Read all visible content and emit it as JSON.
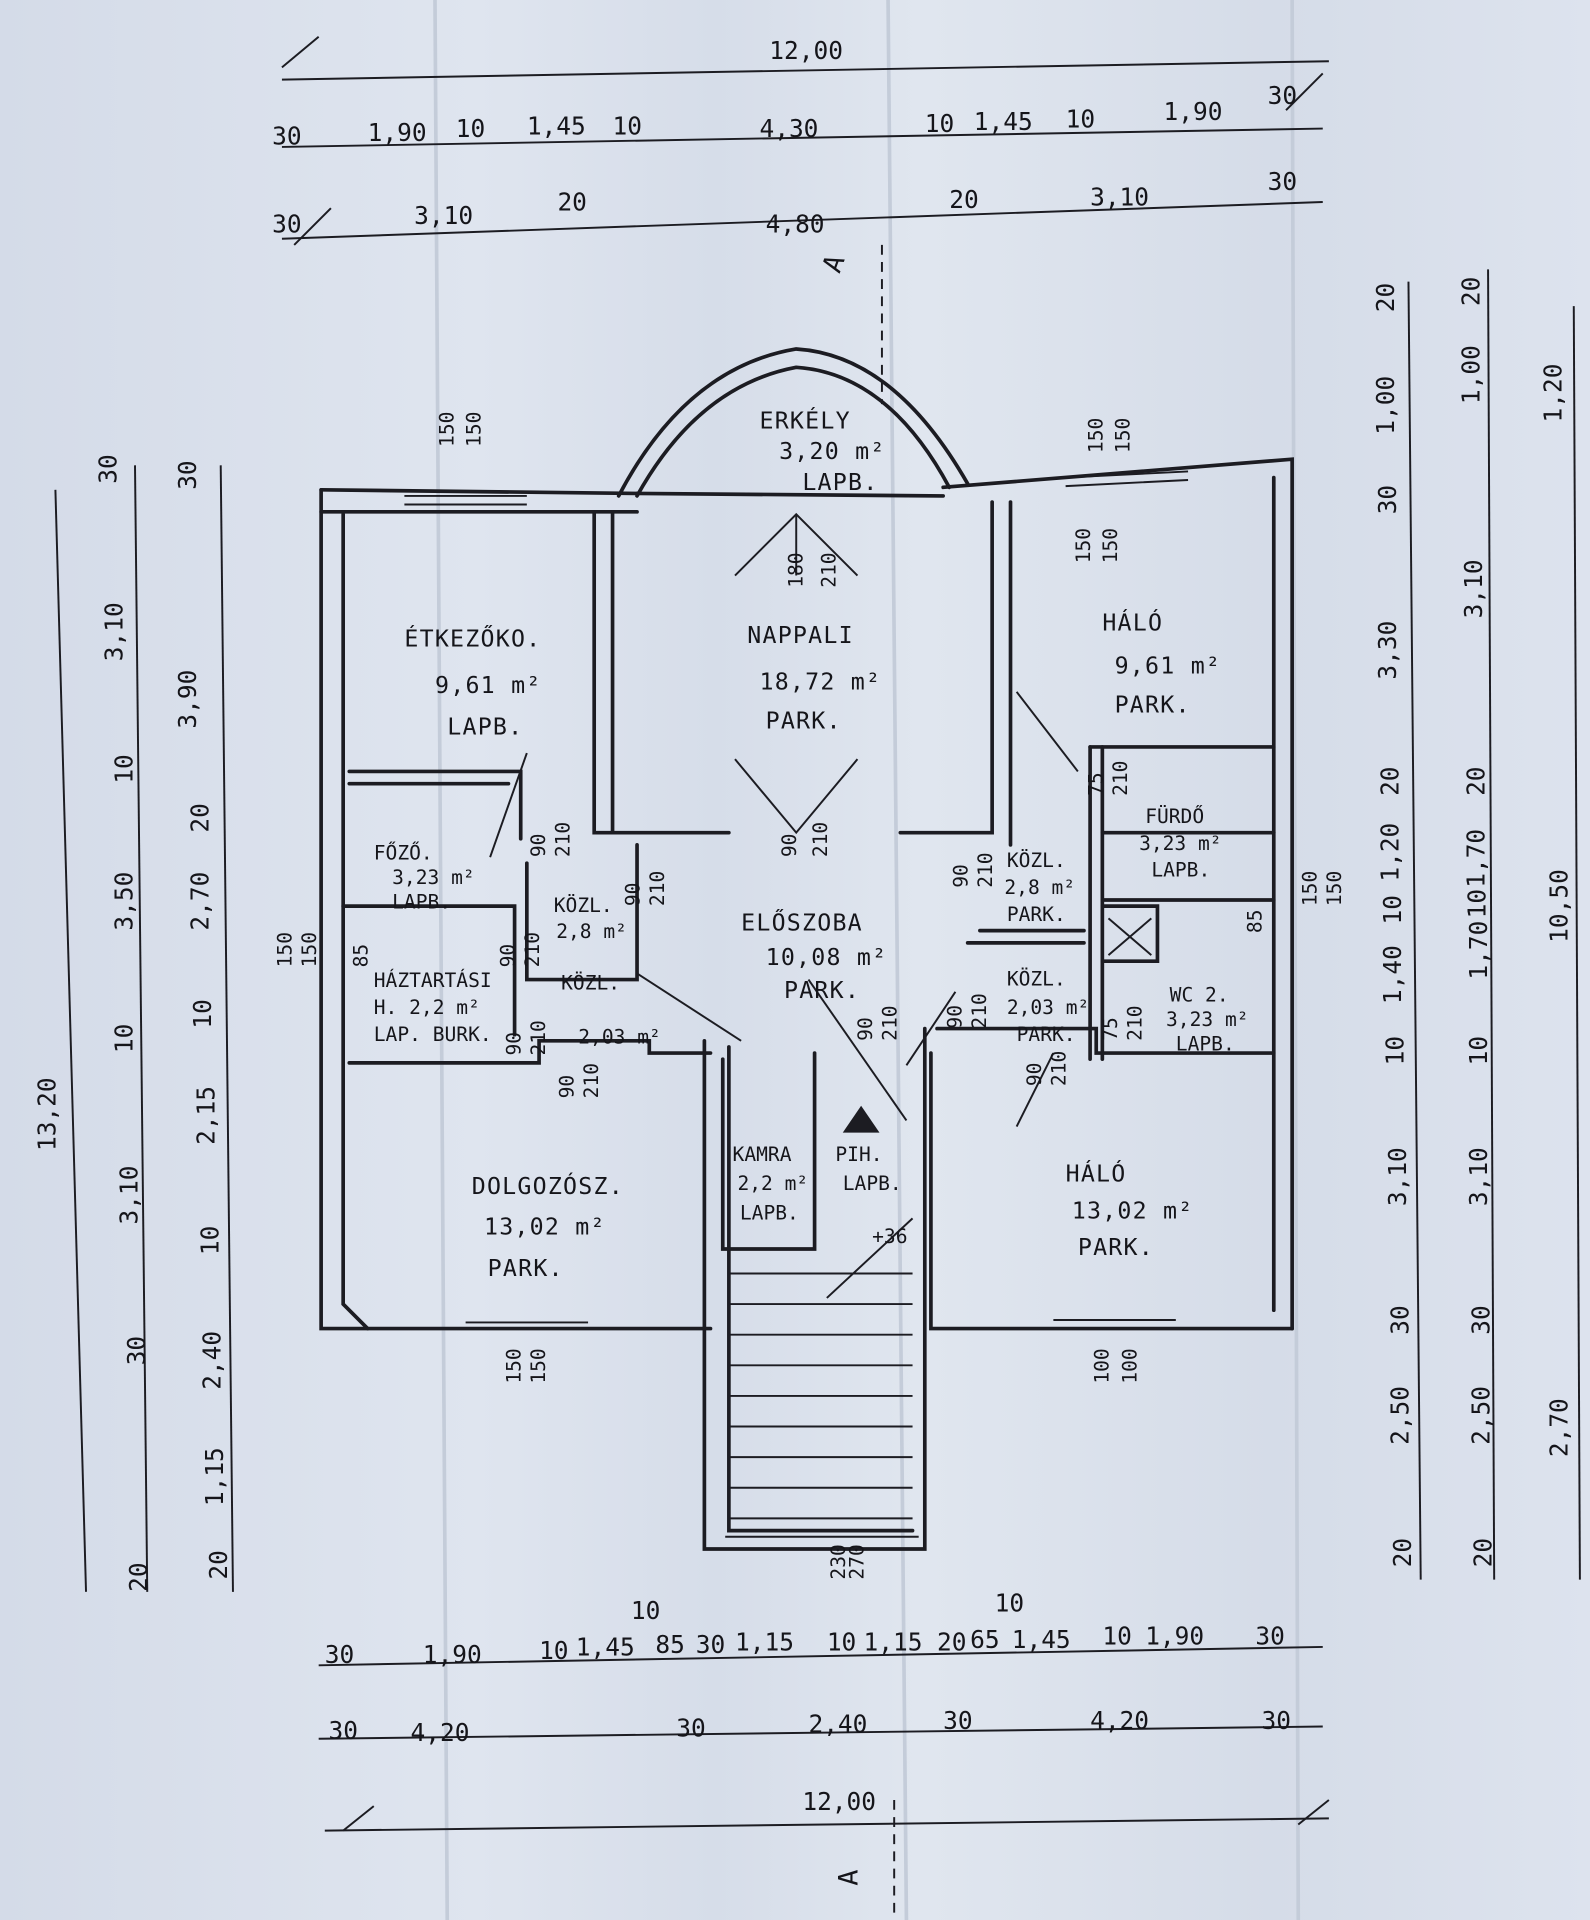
{
  "totals": {
    "top": "12,00",
    "bottom": "12,00",
    "left": "13,20",
    "right": "10,50"
  },
  "section_mark": "A",
  "level": "+36",
  "rooms": [
    {
      "name": "ERKÉLY",
      "area": "3,20 m²",
      "floor": "LAPB."
    },
    {
      "name": "ÉTKEZŐKO.",
      "area": "9,61 m²",
      "floor": "LAPB."
    },
    {
      "name": "NAPPALI",
      "area": "18,72 m²",
      "floor": "PARK."
    },
    {
      "name": "HÁLÓ",
      "area": "9,61 m²",
      "floor": "PARK."
    },
    {
      "name": "FŐZŐ.",
      "area": "3,23 m²",
      "floor": "LAPB."
    },
    {
      "name": "KÖZL.",
      "area": "2,8 m²",
      "floor": ""
    },
    {
      "name": "ELŐSZOBA",
      "area": "10,08 m²",
      "floor": "PARK."
    },
    {
      "name": "KÖZL.",
      "area": "2,8 m²",
      "floor": "PARK."
    },
    {
      "name": "FÜRDŐ",
      "area": "3,23 m²",
      "floor": "LAPB."
    },
    {
      "name": "HÁZTARTÁSI",
      "area": "H. 2,2 m²",
      "floor": "LAP. BURK."
    },
    {
      "name": "KÖZL.",
      "area": "2,03 m²",
      "floor": ""
    },
    {
      "name": "KÖZL.",
      "area": "2,03 m²",
      "floor": "PARK."
    },
    {
      "name": "WC 2.",
      "area": "3,23 m²",
      "floor": "LAPB."
    },
    {
      "name": "DOLGOZÓSZ.",
      "area": "13,02 m²",
      "floor": "PARK."
    },
    {
      "name": "KAMRA",
      "area": "2,2 m²",
      "floor": "LAPB."
    },
    {
      "name": "PIH.",
      "area": "",
      "floor": "LAPB."
    },
    {
      "name": "HÁLÓ",
      "area": "13,02 m²",
      "floor": "PARK."
    }
  ],
  "dims_top_1": [
    "30",
    "1,90",
    "10",
    "1,45",
    "10",
    "4,30",
    "10",
    "1,45",
    "10",
    "1,90",
    "30"
  ],
  "dims_top_2": [
    "30",
    "3,10",
    "20",
    "4,80",
    "20",
    "3,10",
    "30"
  ],
  "dims_bottom_1": [
    "30",
    "1,90",
    "10",
    "1,45",
    "85",
    "30",
    "1,15",
    "10",
    "1,15",
    "20",
    "65",
    "1,45",
    "10",
    "1,90",
    "30",
    "10",
    "10"
  ],
  "dims_bottom_2": [
    "30",
    "4,20",
    "30",
    "2,40",
    "30",
    "4,20",
    "30"
  ],
  "dims_left_1": [
    "30",
    "3,10",
    "10",
    "3,50",
    "10",
    "3,10",
    "30",
    "20"
  ],
  "dims_left_2": [
    "30",
    "3,90",
    "20",
    "2,70",
    "10",
    "2,15",
    "10",
    "2,40",
    "1,15",
    "20"
  ],
  "dims_right_1": [
    "20",
    "1,00",
    "30",
    "3,30",
    "20",
    "1,20",
    "10",
    "1,40",
    "10",
    "3,10",
    "30",
    "2,50",
    "20"
  ],
  "dims_right_2": [
    "20",
    "1,00",
    "3,10",
    "20",
    "1,70",
    "10",
    "1,70",
    "10",
    "3,10",
    "30",
    "2,50",
    "20"
  ],
  "dims_right_3": [
    "1,20",
    "2,70"
  ],
  "openings": [
    "150",
    "150",
    "85",
    "150",
    "150",
    "85",
    "180",
    "210",
    "90",
    "210",
    "90",
    "210",
    "90",
    "210",
    "90",
    "210",
    "90",
    "210",
    "90",
    "210",
    "90",
    "210",
    "90",
    "210",
    "90",
    "210",
    "90",
    "210",
    "75",
    "210",
    "75",
    "210",
    "230",
    "270",
    "150",
    "150",
    "150",
    "150",
    "150",
    "150",
    "150",
    "150",
    "100",
    "100"
  ]
}
